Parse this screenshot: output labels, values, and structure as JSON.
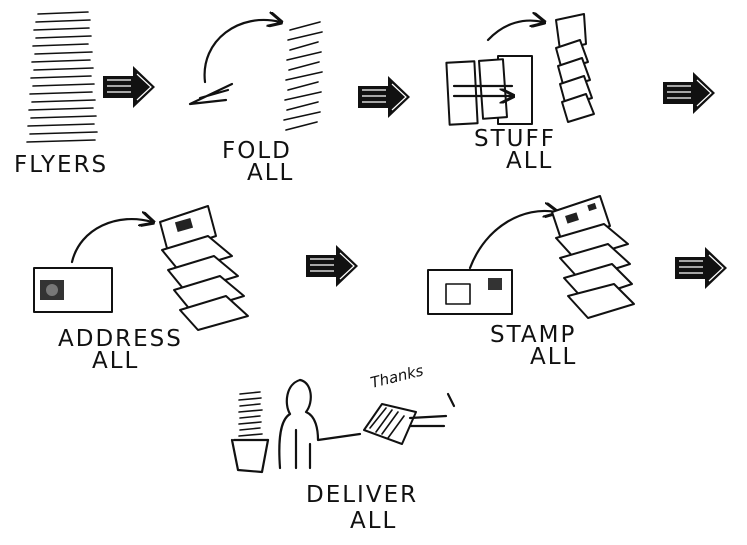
{
  "steps": {
    "flyers": {
      "label": "FLYERS"
    },
    "fold": {
      "line1": "FOLD",
      "line2": "ALL"
    },
    "stuff": {
      "line1": "STUFF",
      "line2": "ALL"
    },
    "address": {
      "line1": "ADDRESS",
      "line2": "ALL"
    },
    "stamp": {
      "line1": "STAMP",
      "line2": "ALL"
    },
    "deliver": {
      "line1": "DELIVER",
      "line2": "ALL",
      "speech": "Thanks"
    }
  },
  "icons": {
    "flow_arrow": "block-arrow-right-icon",
    "curved_arrow": "curved-arrow-icon"
  }
}
